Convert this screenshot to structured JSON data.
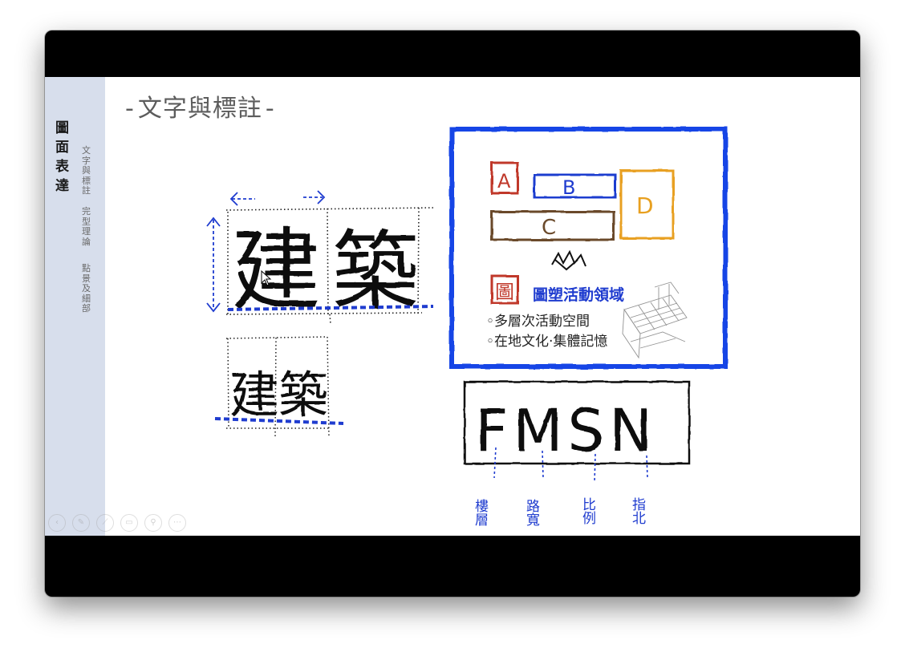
{
  "slide": {
    "title": "文字與標註",
    "title_dash": "-"
  },
  "sidebar": {
    "main_label": "圖面表達",
    "items": [
      {
        "label": "文字與標註"
      },
      {
        "label": "完型理論"
      },
      {
        "label": "點景及細部"
      }
    ]
  },
  "sketch_left": {
    "big_chars": [
      "建",
      "築"
    ],
    "small_chars": [
      "建",
      "築"
    ]
  },
  "sketch_box": {
    "blocks": [
      "A",
      "B",
      "C",
      "D"
    ],
    "legend_char": "圖",
    "legend_title": "圖塑活動領域",
    "bullets": [
      "◦多層次活動空間",
      "◦在地文化‧集體記憶"
    ]
  },
  "sketch_fmsn": {
    "letters": "FMSN",
    "labels": [
      "樓層",
      "路寬",
      "比例",
      "指北"
    ]
  },
  "controls": [
    {
      "name": "prev-icon",
      "glyph": "‹"
    },
    {
      "name": "pen-icon",
      "glyph": "✎"
    },
    {
      "name": "pointer-icon",
      "glyph": "⟋"
    },
    {
      "name": "slides-icon",
      "glyph": "▭"
    },
    {
      "name": "zoom-icon",
      "glyph": "⚲"
    },
    {
      "name": "more-icon",
      "glyph": "⋯"
    }
  ],
  "colors": {
    "sidebar_bg": "#d7deec",
    "sketch_blue": "#1f3ccf",
    "box_blue": "#1744e6",
    "block_red": "#c0392b",
    "block_orange": "#e8a020",
    "block_brown": "#6b4a2b"
  }
}
